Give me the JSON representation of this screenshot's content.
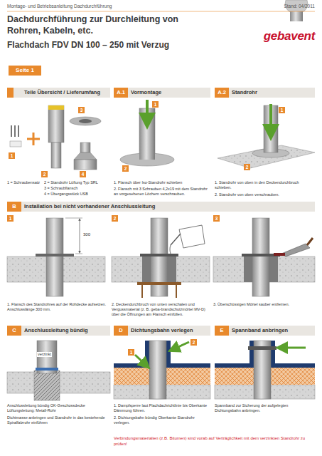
{
  "diagram": {
    "title": "Dachdurchführung zur Durchleitung von Rohren, Kabeln, etc.",
    "nodes": [
      {
        "text": [
          "Seite 1"
        ]
      },
      {
        "text": [
          "Teile Übersicht / Lieferumfang"
        ]
      },
      {
        "text": [
          "Vormontage"
        ]
      },
      {
        "text": [
          "A.1"
        ],
        "in": 2
      },
      {
        "text": [
          "Standrohr"
        ]
      },
      {
        "text": [
          "A.2"
        ],
        "in": 4
      },
      {
        "text": [
          "3"
        ]
      },
      {
        "text": [
          "1"
        ]
      },
      {
        "text": [
          "2"
        ]
      },
      {
        "text": [
          "4"
        ]
      },
      {
        "text": [
          "1"
        ]
      },
      {
        "text": [
          "2"
        ]
      },
      {
        "text": [
          "1"
        ]
      },
      {
        "text": [
          "2"
        ]
      },
      {
        "text": [
          "Installation bei nicht vorhandener Anschlussleitung"
        ]
      },
      {
        "text": [
          "B"
        ],
        "in": 14
      },
      {
        "text": [
          "1"
        ]
      },
      {
        "text": [
          "2"
        ]
      },
      {
        "text": [
          "3"
        ]
      },
      {
        "text": [
          "Anschlussleitung bündig"
        ]
      },
      {
        "text": [
          "C"
        ],
        "in": 19
      },
      {
        "text": [
          "Dichtungsbahn verlegen"
        ]
      },
      {
        "text": [
          "D"
        ],
        "in": 21
      },
      {
        "text": [
          "Spannband anbringen"
        ]
      },
      {
        "text": [
          "E"
        ],
        "in": 23
      },
      {
        "text": [
          "2"
        ]
      },
      {
        "text": [
          "1"
        ]
      }
    ],
    "labels": [
      "Montage- und Betriebsanleitung Dachdurchführung",
      "Stand: 04/2011",
      "Flachdach FDV DN 100 – 250 mit Verzug",
      "gebavent",
      "1 = Schraubensatz",
      "2 = Standrohr Lüftung Typ SRL",
      "3 = Schraubflansch",
      "4 = Übergangsstück USB",
      "1. Flansch über Iso-Standrohr schieben",
      "2. Flansch mit 3 Schrauben 4,2x19 mit dem Standrohr an vorgesehenen Löchern verschrauben.",
      "1. Standrohr von oben in den Deckendurchbruch schieben.",
      "2. Standrohr von oben verschrauben.",
      "1. Flansch des Standrohres auf der Rohdecke aufsetzen. Anschlusslänge 300 mm.",
      "300",
      "2. Deckendurchbruch von unten verschalen und Vergussmaterial (z. B. geba-brandschutzmörtel MV-D) über die Öffnungen am Flansch einfüllen.",
      "3. Überschüssigen Mörtel sauber entfernen.",
      "verzinkt",
      "Anschlussleitung bündig OK-Geschossdecke Lüftungsleitung: Metall-Rohr",
      "Dichtmasse anbringen und Standrohr in das bestehende Spiralfalzrohr einführen",
      "1. Dampfsperre laut Flachdachrichtlinie bis Oberkante Dämmung führen.",
      "2. Dichtungsbahn bündig Oberkante Standrohr verlegen.",
      "Spannband zur Sicherung der aufgelegten Dichtungsbahn anbringen.",
      "Verbindungsmaterialien (z.B. Bitumen) sind vorab auf Verträglichkeit mit dem verzinkten Standrohr zu prüfen!"
    ]
  }
}
